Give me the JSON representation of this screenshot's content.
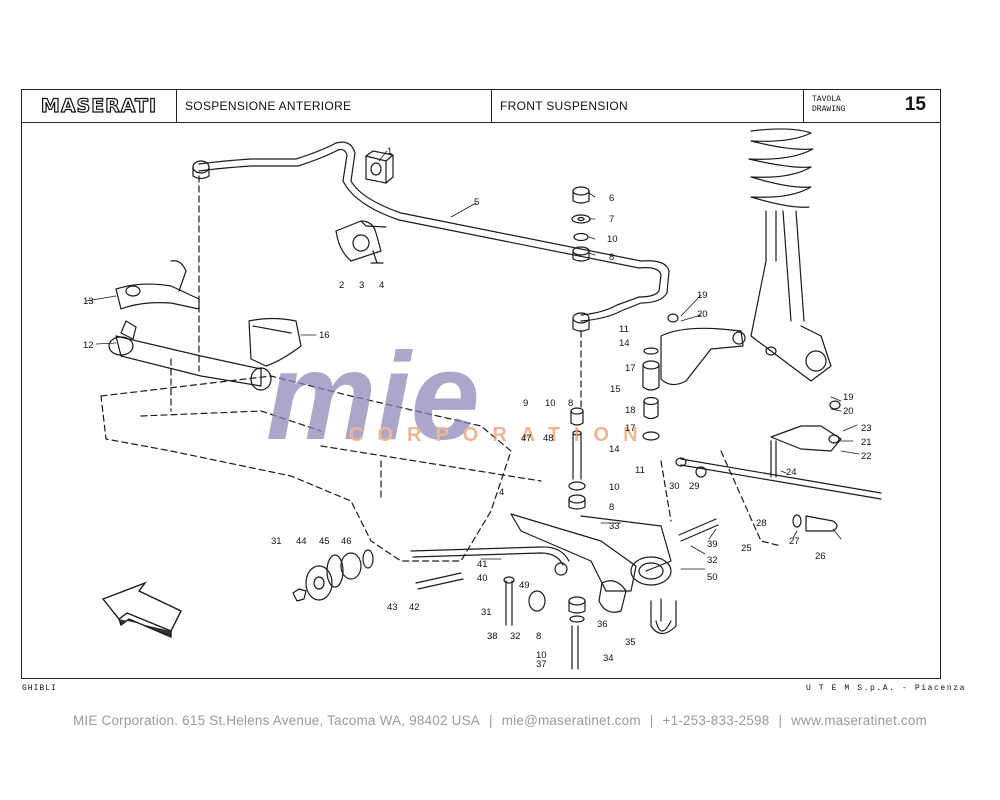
{
  "header": {
    "logo_text": "MASERATI",
    "title_it": "SOSPENSIONE ANTERIORE",
    "title_en": "FRONT SUSPENSION",
    "tavola_label": "TAVOLA",
    "drawing_label": "DRAWING",
    "drawing_number": "15"
  },
  "callouts": [
    "1",
    "2",
    "3",
    "4",
    "5",
    "6",
    "7",
    "10",
    "8",
    "19",
    "20",
    "11",
    "14",
    "17",
    "15",
    "18",
    "17",
    "14",
    "11",
    "13",
    "12",
    "16",
    "9",
    "10",
    "8",
    "47",
    "48",
    "4",
    "10",
    "8",
    "33",
    "19",
    "20",
    "23",
    "21",
    "22",
    "24",
    "30",
    "29",
    "28",
    "25",
    "27",
    "26",
    "39",
    "32",
    "50",
    "31",
    "44",
    "45",
    "46",
    "41",
    "40",
    "49",
    "43",
    "42",
    "31",
    "38",
    "32",
    "8",
    "10",
    "37",
    "36",
    "35",
    "34",
    "35"
  ],
  "watermark": {
    "brand": "mie",
    "subtitle": "CORPORATION"
  },
  "footer": {
    "model": "GHIBLI",
    "publisher": "U T E M   S.p.A.  -  Piacenza"
  },
  "contact": {
    "address": "MIE Corporation. 615 St.Helens Avenue, Tacoma WA, 98402 USA",
    "email": "mie@maseratinet.com",
    "phone": "+1-253-833-2598",
    "website": "www.maseratinet.com",
    "separator": "|"
  }
}
